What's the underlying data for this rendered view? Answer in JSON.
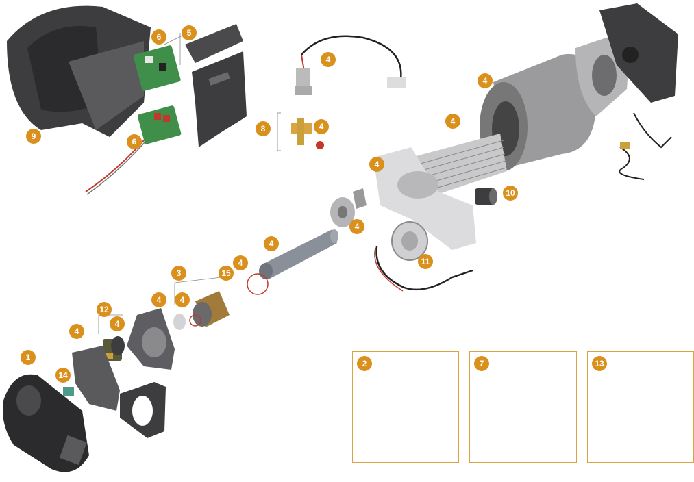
{
  "colors": {
    "callout": "#d9901c",
    "inset_border": "#d9a441",
    "part_dark": "#3d3d3f",
    "part_mid": "#6a6a6d",
    "part_light": "#c9c9cb",
    "pcb_green": "#3f8f4a",
    "wire_red": "#c0392b"
  },
  "parts": {
    "outer_cover": "1",
    "elbow_duct": "2",
    "burner_kit": "3",
    "gasket": "4",
    "control_cover": "5",
    "control_board": "6",
    "heater_cable": "7",
    "fuel_valve": "8",
    "front_cover": "9",
    "motor": "10",
    "fan_wheel": "11",
    "pump_assembly": "12",
    "end_cap": "13",
    "connector": "14",
    "screw_kit": "15"
  }
}
